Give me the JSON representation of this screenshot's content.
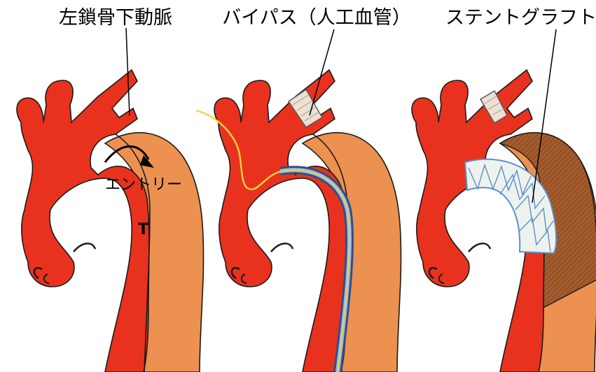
{
  "labels": {
    "left_subclavian_artery": "左鎖骨下動脈",
    "bypass": "バイパス（人工血管）",
    "stent_graft": "ステントグラフト",
    "entry": "エントリー",
    "true_lumen": "T"
  },
  "colors": {
    "aorta_red": "#e8321e",
    "false_lumen_orange": "#ec9150",
    "thrombosed_brown": "#a55c2e",
    "stent_fabric": "#eef2ee",
    "stent_wire": "#5b8fc8",
    "graft_beige": "#ece1d2",
    "guidewire_yellow": "#f2d640",
    "outline": "#1a1a1a"
  }
}
